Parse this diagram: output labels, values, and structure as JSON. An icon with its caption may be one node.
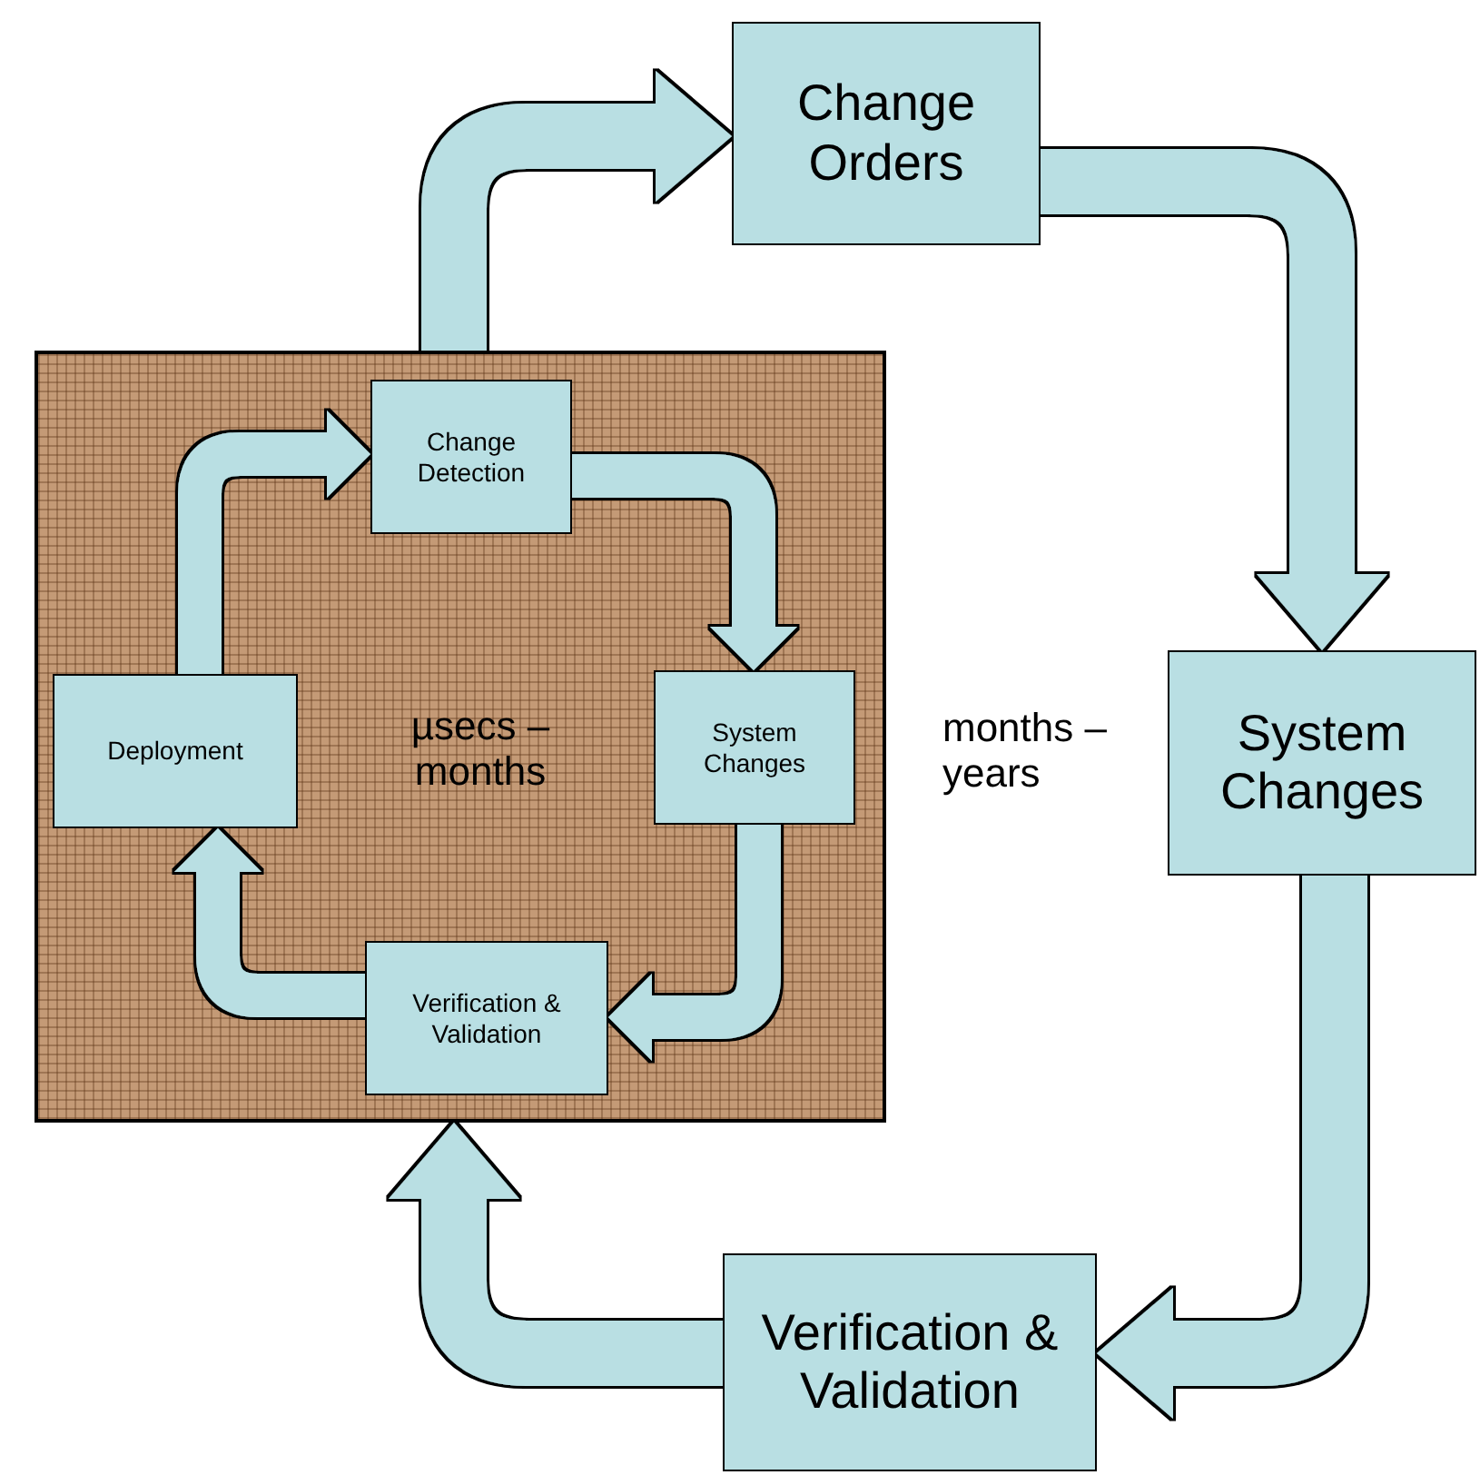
{
  "diagram": {
    "nodes": [
      {
        "text": [
          "µsecs – months"
        ]
      },
      {
        "text": [
          "Change Detection"
        ],
        "in": 0
      },
      {
        "text": [
          "System Changes"
        ],
        "in": 0
      },
      {
        "text": [
          "Verification & Validation"
        ],
        "in": 0
      },
      {
        "text": [
          "Deployment"
        ],
        "in": 0
      },
      {
        "text": [
          "Change Orders"
        ]
      },
      {
        "text": [
          "System Changes"
        ]
      },
      {
        "text": [
          "Verification & Validation"
        ]
      }
    ],
    "edges": [
      {
        "from": 0,
        "to": 5,
        "arrow": "to"
      },
      {
        "from": 5,
        "to": 6,
        "arrow": "to"
      },
      {
        "from": 6,
        "to": 7,
        "arrow": "to"
      },
      {
        "from": 7,
        "to": 0,
        "arrow": "to"
      },
      {
        "from": 4,
        "to": 1,
        "arrow": "to"
      },
      {
        "from": 1,
        "to": 2,
        "arrow": "to"
      },
      {
        "from": 2,
        "to": 3,
        "arrow": "to"
      },
      {
        "from": 3,
        "to": 4,
        "arrow": "to"
      }
    ],
    "labels": [
      "months – years"
    ]
  }
}
